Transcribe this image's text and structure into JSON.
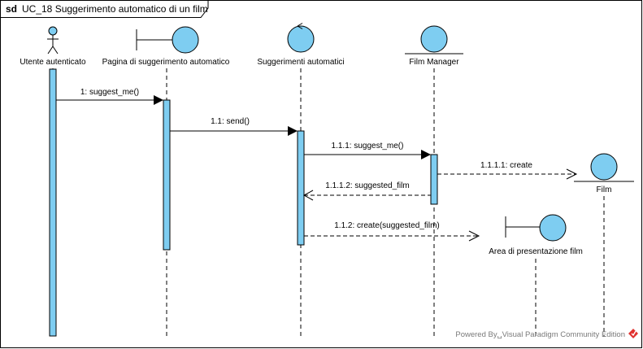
{
  "frame": {
    "keyword": "sd",
    "title": "UC_18 Suggerimento automatico di un film"
  },
  "lifelines": [
    {
      "id": "utente",
      "label": "Utente autenticato",
      "kind": "actor"
    },
    {
      "id": "pagina",
      "label": "Pagina di suggerimento automatico",
      "kind": "boundary"
    },
    {
      "id": "suggerimenti",
      "label": "Suggerimenti automatici",
      "kind": "control"
    },
    {
      "id": "manager",
      "label": "Film Manager",
      "kind": "entity"
    },
    {
      "id": "film",
      "label": "Film",
      "kind": "entity"
    },
    {
      "id": "presentazione",
      "label": "Area di presentazione film",
      "kind": "boundary"
    }
  ],
  "messages": [
    {
      "label": "1: suggest_me()",
      "from": "utente",
      "to": "pagina",
      "type": "sync"
    },
    {
      "label": "1.1: send()",
      "from": "pagina",
      "to": "suggerimenti",
      "type": "sync"
    },
    {
      "label": "1.1.1: suggest_me()",
      "from": "suggerimenti",
      "to": "manager",
      "type": "sync"
    },
    {
      "label": "1.1.1.1: create",
      "from": "manager",
      "to": "film",
      "type": "create"
    },
    {
      "label": "1.1.1.2: suggested_film",
      "from": "manager",
      "to": "suggerimenti",
      "type": "return"
    },
    {
      "label": "1.1.2: create(suggested_film)",
      "from": "suggerimenti",
      "to": "presentazione",
      "type": "create"
    }
  ],
  "watermark": "Powered By␣Visual Paradigm Community Edition",
  "colors": {
    "fill": "#7ecdf1",
    "line": "#000000",
    "brand": "#e0312e"
  }
}
